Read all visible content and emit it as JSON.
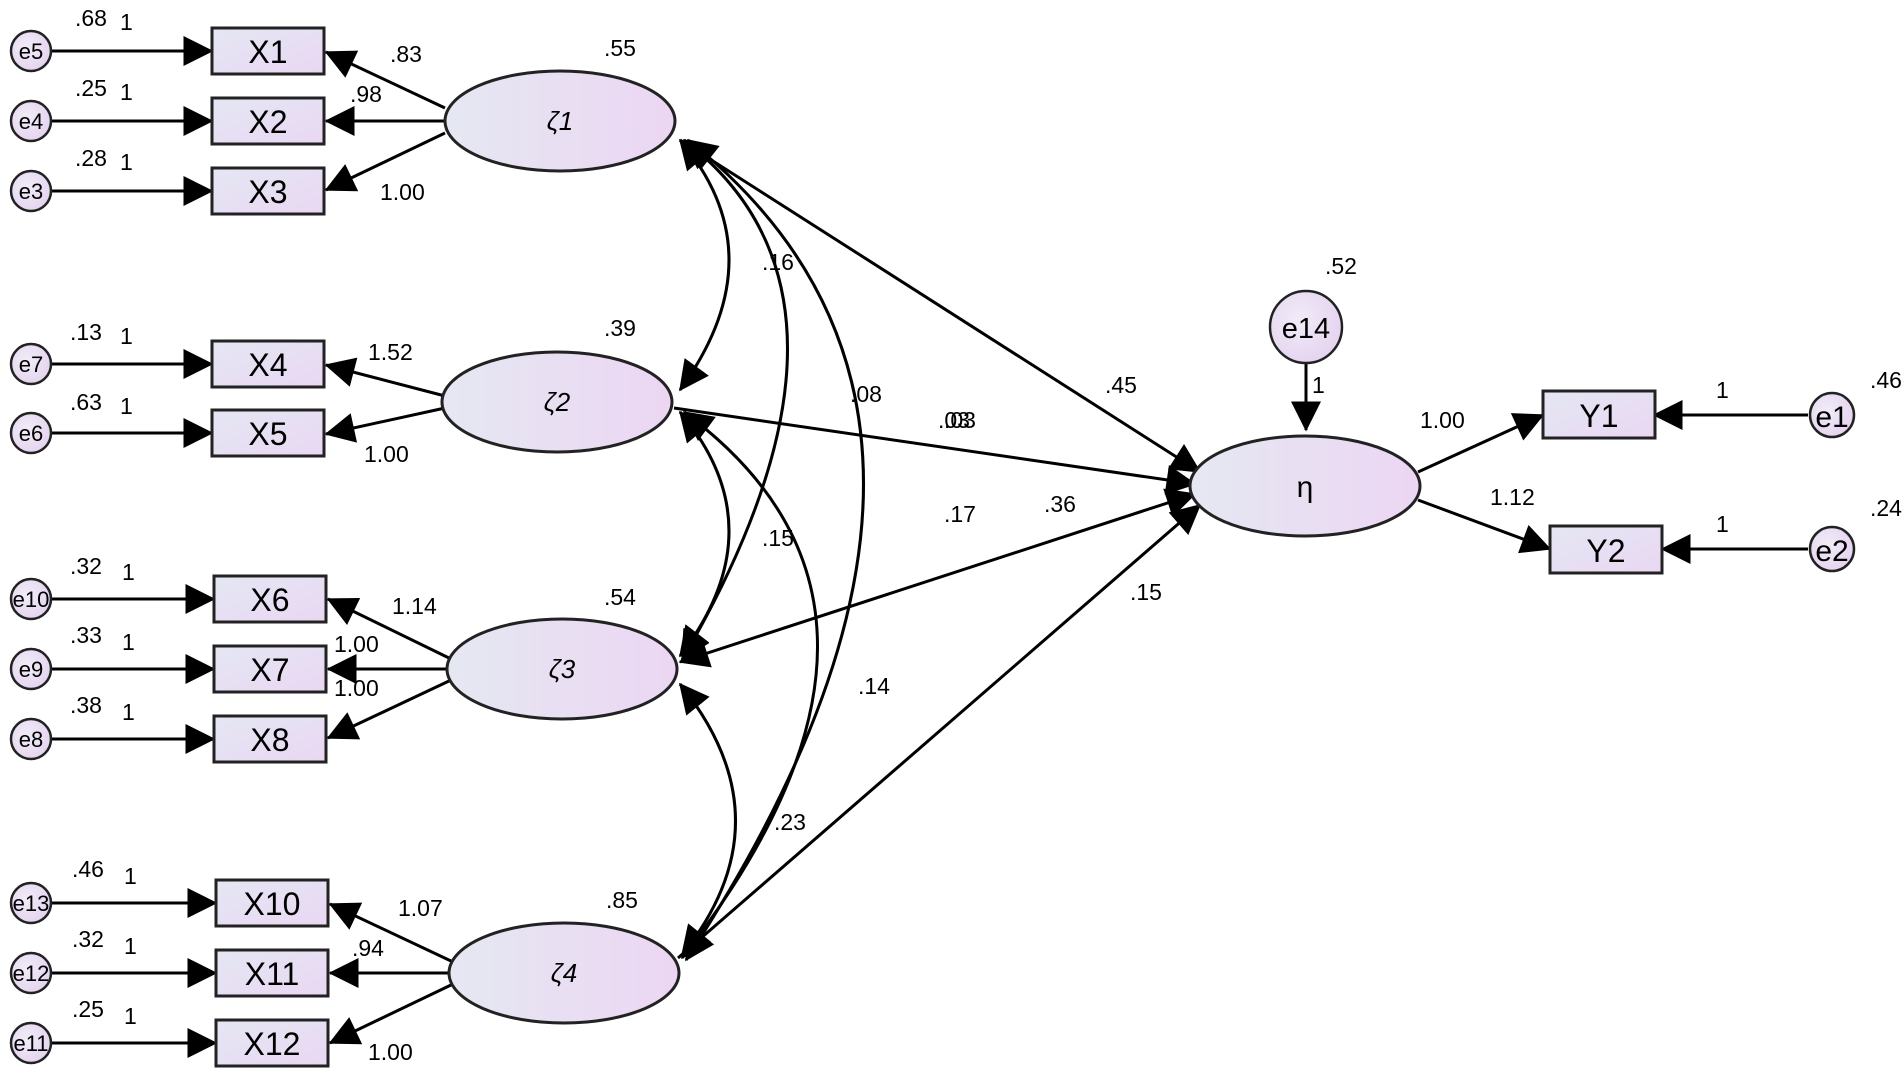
{
  "observed": {
    "X1": "X1",
    "X2": "X2",
    "X3": "X3",
    "X4": "X4",
    "X5": "X5",
    "X6": "X6",
    "X7": "X7",
    "X8": "X8",
    "X10": "X10",
    "X11": "X11",
    "X12": "X12",
    "Y1": "Y1",
    "Y2": "Y2"
  },
  "latent": {
    "z1": "ζ1",
    "z2": "ζ2",
    "z3": "ζ3",
    "z4": "ζ4",
    "eta": "η"
  },
  "errors": {
    "e1": "e1",
    "e2": "e2",
    "e3": "e3",
    "e4": "e4",
    "e5": "e5",
    "e6": "e6",
    "e7": "e7",
    "e8": "e8",
    "e9": "e9",
    "e10": "e10",
    "e11": "e11",
    "e12": "e12",
    "e13": "e13",
    "e14": "e14"
  },
  "variances": {
    "e5": ".68",
    "e4": ".25",
    "e3": ".28",
    "e7": ".13",
    "e6": ".63",
    "e10": ".32",
    "e9": ".33",
    "e8": ".38",
    "e13": ".46",
    "e12": ".32",
    "e11": ".25",
    "e1": ".46",
    "e2": ".24",
    "e14": ".52",
    "z1": ".55",
    "z2": ".39",
    "z3": ".54",
    "z4": ".85"
  },
  "error_paths": {
    "e5": "1",
    "e4": "1",
    "e3": "1",
    "e7": "1",
    "e6": "1",
    "e10": "1",
    "e9": "1",
    "e8": "1",
    "e13": "1",
    "e12": "1",
    "e11": "1",
    "e1": "1",
    "e2": "1",
    "e14": "1"
  },
  "loadings": {
    "z1_X1": ".83",
    "z1_X2": ".98",
    "z1_X3": "1.00",
    "z2_X4": "1.52",
    "z2_X5": "1.00",
    "z3_X6": "1.14",
    "z3_X7": "1.00",
    "z3_X8": "1.00",
    "z4_X10": "1.07",
    "z4_X11": ".94",
    "z4_X12": "1.00",
    "eta_Y1": "1.00",
    "eta_Y2": "1.12"
  },
  "structural": {
    "z1_eta": ".45",
    "z2_eta": ".03",
    "z3_eta": ".36",
    "z4_eta": ".15"
  },
  "covariances": {
    "z1_z2": ".16",
    "z1_z3": ".08",
    "z1_z4": ".03",
    "z2_z3": ".15",
    "z2_z4": ".17",
    "z3_z4": ".23",
    "z1_z4b": ".14"
  },
  "colors": {
    "fill_start": "#e6e9f2",
    "fill_end": "#ecd8f2",
    "stroke": "#222222"
  }
}
